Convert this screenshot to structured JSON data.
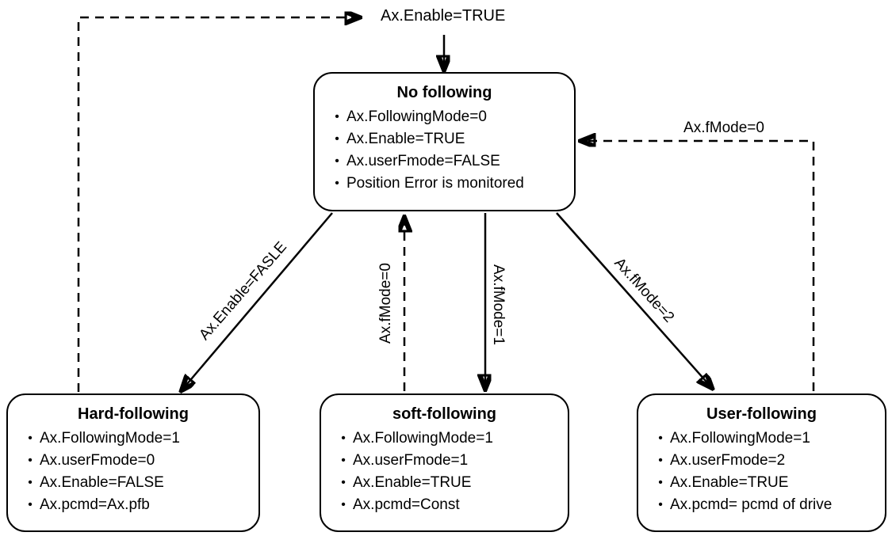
{
  "ui": {
    "bullet_glyph": "•"
  },
  "colors": {
    "line": "#000000",
    "background": "#ffffff",
    "text": "#000000"
  },
  "states": {
    "no_following": {
      "title": "No following",
      "bullets": [
        "Ax.FollowingMode=0",
        "Ax.Enable=TRUE",
        "Ax.userFmode=FALSE",
        "Position Error is monitored"
      ]
    },
    "hard_following": {
      "title": "Hard-following",
      "bullets": [
        "Ax.FollowingMode=1",
        "Ax.userFmode=0",
        "Ax.Enable=FALSE",
        "Ax.pcmd=Ax.pfb"
      ]
    },
    "soft_following": {
      "title": "soft-following",
      "bullets": [
        "Ax.FollowingMode=1",
        "Ax.userFmode=1",
        "Ax.Enable=TRUE",
        "Ax.pcmd=Const"
      ]
    },
    "user_following": {
      "title": "User-following",
      "bullets": [
        "Ax.FollowingMode=1",
        "Ax.userFmode=2",
        "Ax.Enable=TRUE",
        "Ax.pcmd= pcmd of drive"
      ]
    }
  },
  "transitions": {
    "enable_true": "Ax.Enable=TRUE",
    "enable_fasle": "Ax.Enable=FASLE",
    "fmode0_soft_to_no": "Ax.fMode=0",
    "fmode1_no_to_soft": "Ax.fMode=1",
    "fmode2_no_to_user": "Ax.fMode=2",
    "fmode0_user_to_no": "Ax.fMode=0"
  }
}
